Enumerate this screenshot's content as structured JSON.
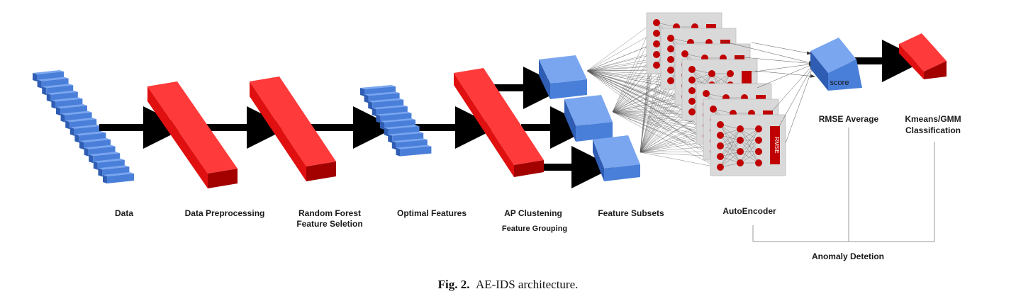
{
  "labels": {
    "data": "Data",
    "preprocessing": "Data Preprocessing",
    "rf_line1": "Random Forest",
    "rf_line2": "Feature Seletion",
    "optimal": "Optimal Features",
    "ap_line1": "AP Clustening",
    "ap_line2": "Feature Grouping",
    "subsets": "Feature Subsets",
    "autoencoder": "AutoEncoder",
    "rmse": "RMSE Average",
    "km_line1": "Kmeans/GMM",
    "km_line2": "Classification",
    "anomaly": "Anomaly Detetion",
    "score": "score",
    "rmse_box": "RMSE"
  },
  "caption": {
    "fig": "Fig. 2.",
    "text": "AE-IDS architecture."
  },
  "colors": {
    "blue_front": "#4a7fd9",
    "blue_top": "#7aa6f0",
    "blue_side": "#2f5db3",
    "red_front": "#e01010",
    "red_top": "#ff3a3a",
    "red_side": "#a30000",
    "arrow": "#000000",
    "panel": "#d9d9d9",
    "node": "#c00000",
    "line": "#444444"
  }
}
